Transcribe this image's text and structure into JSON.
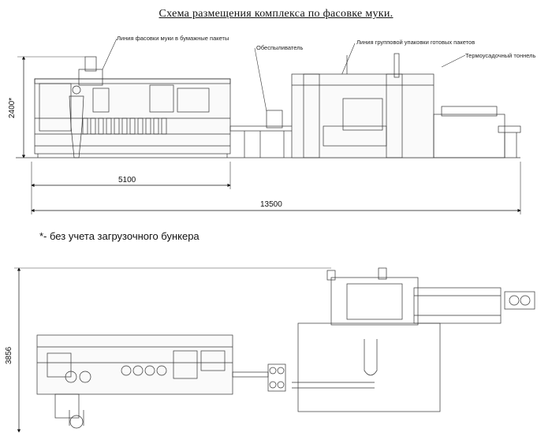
{
  "title": "Схема размещения комплекса по фасовке муки.",
  "labels": {
    "packing_line": "Линия фасовки муки в бумажные пакеты",
    "dedusting": "Обеспыливатель",
    "group_packing": "Линия групповой упаковки готовых пакетов",
    "shrink_tunnel": "Термоусадочный тоннель"
  },
  "dimensions": {
    "height_side": "2400*",
    "length_packing": "5100",
    "length_total": "13500",
    "width_plan": "3856"
  },
  "note": "*- без учета загрузочного бункера"
}
